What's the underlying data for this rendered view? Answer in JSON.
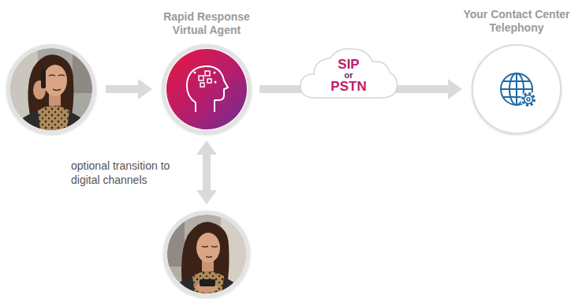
{
  "diagram": {
    "nodes": [
      {
        "text": []
      },
      {
        "text": [
          "Rapid Response Virtual Agent"
        ]
      },
      {
        "text": [
          "SIP",
          "or",
          "PSTN"
        ]
      },
      {
        "text": [
          "Your Contact Center Telephony"
        ]
      },
      {
        "text": []
      }
    ],
    "edges": [
      {
        "from": 0,
        "to": 1,
        "arrow": "to"
      },
      {
        "from": 1,
        "to": 2,
        "arrow": "none"
      },
      {
        "from": 2,
        "to": 3,
        "arrow": "to"
      },
      {
        "from": 1,
        "to": 4,
        "arrow": "both",
        "label": "optional transition to digital channels"
      }
    ]
  }
}
